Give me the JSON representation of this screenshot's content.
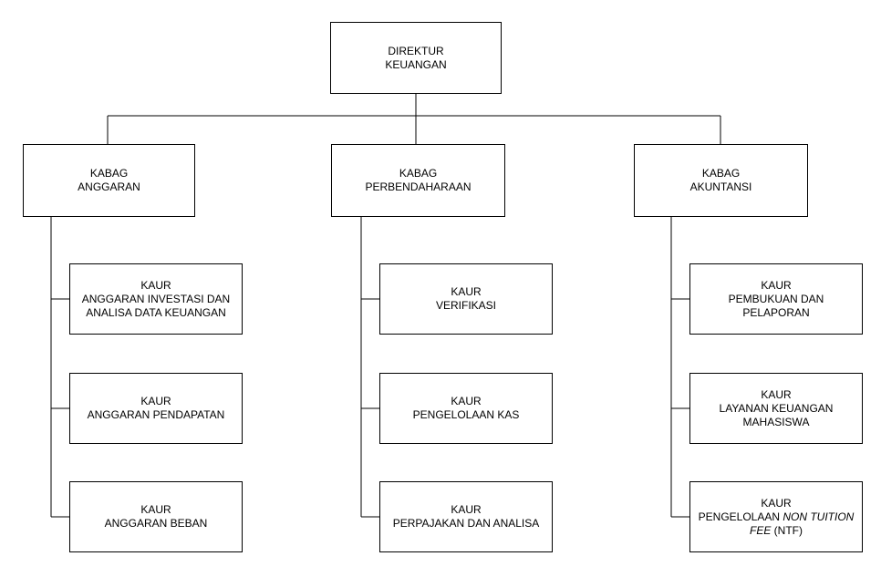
{
  "diagram": {
    "type": "org-chart",
    "colors": {
      "border": "#000000",
      "background": "#ffffff",
      "text": "#000000"
    },
    "nodes": {
      "direktur": {
        "role": "DIREKTUR",
        "unit": "KEUANGAN"
      },
      "kabag_anggaran": {
        "role": "KABAG",
        "unit": "ANGGARAN"
      },
      "kabag_perbendaharaan": {
        "role": "KABAG",
        "unit": "PERBENDAHARAAN"
      },
      "kabag_akuntansi": {
        "role": "KABAG",
        "unit": "AKUNTANSI"
      },
      "kaur_anggaran_investasi": {
        "role": "KAUR",
        "unit": "ANGGARAN INVESTASI DAN ANALISA DATA KEUANGAN"
      },
      "kaur_anggaran_pendapatan": {
        "role": "KAUR",
        "unit": "ANGGARAN PENDAPATAN"
      },
      "kaur_anggaran_beban": {
        "role": "KAUR",
        "unit": "ANGGARAN BEBAN"
      },
      "kaur_verifikasi": {
        "role": "KAUR",
        "unit": "VERIFIKASI"
      },
      "kaur_pengelolaan_kas": {
        "role": "KAUR",
        "unit": "PENGELOLAAN KAS"
      },
      "kaur_perpajakan": {
        "role": "KAUR",
        "unit": "PERPAJAKAN DAN ANALISA"
      },
      "kaur_pembukuan": {
        "role": "KAUR",
        "unit": "PEMBUKUAN DAN PELAPORAN"
      },
      "kaur_layanan": {
        "role": "KAUR",
        "unit": "LAYANAN KEUANGAN MAHASISWA"
      },
      "kaur_ntf": {
        "role": "KAUR",
        "unit_pre": "PENGELOLAAN ",
        "unit_italic": "NON TUITION FEE",
        "unit_post": " (NTF)"
      }
    },
    "edges": [
      "DIREKTUR KEUANGAN -> KABAG ANGGARAN",
      "DIREKTUR KEUANGAN -> KABAG PERBENDAHARAAN",
      "DIREKTUR KEUANGAN -> KABAG AKUNTANSI",
      "KABAG ANGGARAN -> KAUR ANGGARAN INVESTASI DAN ANALISA DATA KEUANGAN",
      "KABAG ANGGARAN -> KAUR ANGGARAN PENDAPATAN",
      "KABAG ANGGARAN -> KAUR ANGGARAN BEBAN",
      "KABAG PERBENDAHARAAN -> KAUR VERIFIKASI",
      "KABAG PERBENDAHARAAN -> KAUR PENGELOLAAN KAS",
      "KABAG PERBENDAHARAAN -> KAUR PERPAJAKAN DAN ANALISA",
      "KABAG AKUNTANSI -> KAUR PEMBUKUAN DAN PELAPORAN",
      "KABAG AKUNTANSI -> KAUR LAYANAN KEUANGAN MAHASISWA",
      "KABAG AKUNTANSI -> KAUR PENGELOLAAAN NON TUITION FEE (NTF)"
    ]
  }
}
